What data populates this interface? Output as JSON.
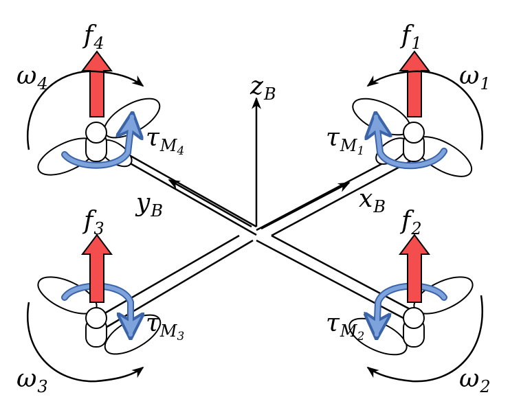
{
  "axes": {
    "z": {
      "symbol": "z",
      "subscript": "B"
    },
    "x": {
      "symbol": "x",
      "subscript": "B"
    },
    "y": {
      "symbol": "y",
      "subscript": "B"
    }
  },
  "rotors": [
    {
      "id": 1,
      "force": {
        "symbol": "f",
        "subscript": "1"
      },
      "speed": {
        "symbol": "ω",
        "subscript": "1"
      },
      "torque": {
        "symbol": "τ",
        "subscript": "M",
        "subsubscript": "1"
      }
    },
    {
      "id": 2,
      "force": {
        "symbol": "f",
        "subscript": "2"
      },
      "speed": {
        "symbol": "ω",
        "subscript": "2"
      },
      "torque": {
        "symbol": "τ",
        "subscript": "M",
        "subsubscript": "2"
      }
    },
    {
      "id": 3,
      "force": {
        "symbol": "f",
        "subscript": "3"
      },
      "speed": {
        "symbol": "ω",
        "subscript": "3"
      },
      "torque": {
        "symbol": "τ",
        "subscript": "M",
        "subsubscript": "3"
      }
    },
    {
      "id": 4,
      "force": {
        "symbol": "f",
        "subscript": "4"
      },
      "speed": {
        "symbol": "ω",
        "subscript": "4"
      },
      "torque": {
        "symbol": "τ",
        "subscript": "M",
        "subsubscript": "4"
      }
    }
  ],
  "colors": {
    "thrust_arrow_fill": "#f44d4d",
    "torque_arrow_fill": "#7ea3dc",
    "torque_arrow_stroke": "#3b64a8",
    "line": "#000000"
  }
}
